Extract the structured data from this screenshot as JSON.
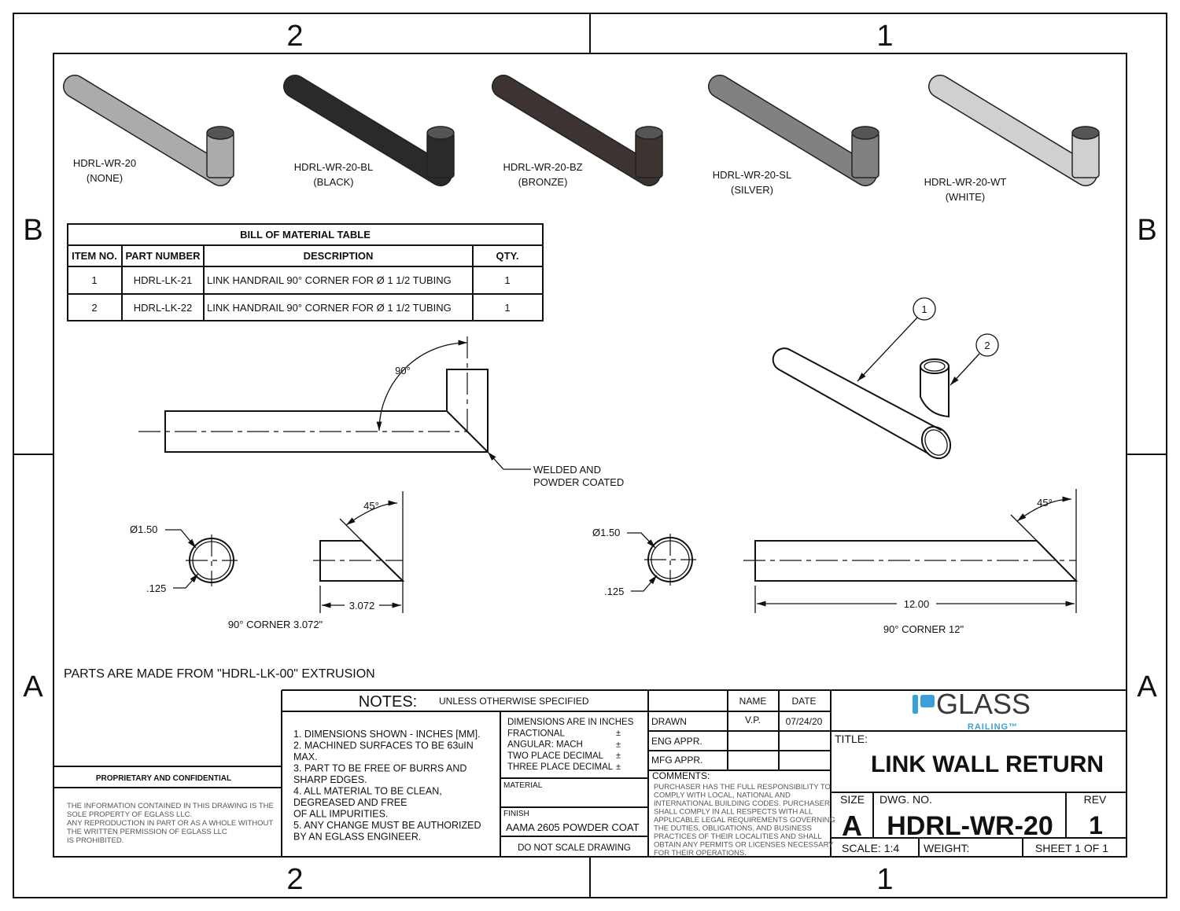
{
  "zones": {
    "top": [
      "2",
      "1"
    ],
    "bottom": [
      "2",
      "1"
    ],
    "left": [
      "B",
      "A"
    ],
    "right": [
      "B",
      "A"
    ]
  },
  "variants": [
    {
      "part": "HDRL-WR-20",
      "finish": "(NONE)",
      "color": "#a9abad"
    },
    {
      "part": "HDRL-WR-20-BL",
      "finish": "(BLACK)",
      "color": "#2a2a2a"
    },
    {
      "part": "HDRL-WR-20-BZ",
      "finish": "(BRONZE)",
      "color": "#3d3432"
    },
    {
      "part": "HDRL-WR-20-SL",
      "finish": "(SILVER)",
      "color": "#7f8183"
    },
    {
      "part": "HDRL-WR-20-WT",
      "finish": "(WHITE)",
      "color": "#cfd0d1"
    }
  ],
  "bom": {
    "title": "BILL OF MATERIAL TABLE",
    "headers": [
      "ITEM NO.",
      "PART NUMBER",
      "DESCRIPTION",
      "QTY."
    ],
    "rows": [
      [
        "1",
        "HDRL-LK-21",
        "LINK HANDRAIL 90° CORNER FOR Ø 1 1/2 TUBING",
        "1"
      ],
      [
        "2",
        "HDRL-LK-22",
        "LINK HANDRAIL 90° CORNER FOR Ø 1 1/2 TUBING",
        "1"
      ]
    ]
  },
  "views": {
    "angle_90": "90°",
    "weld_note_1": "WELDED AND",
    "weld_note_2": "POWDER COATED",
    "balloon_1": "1",
    "balloon_2": "2",
    "left": {
      "dia": "Ø1.50",
      "wall": ".125",
      "angle": "45°",
      "length": "3.072",
      "caption": "90° CORNER 3.072\""
    },
    "right": {
      "dia": "Ø1.50",
      "wall": ".125",
      "angle": "45°",
      "length": "12.00",
      "caption": "90° CORNER 12\""
    },
    "extrusion_note": "PARTS ARE MADE FROM \"HDRL-LK-00\" EXTRUSION"
  },
  "title_block": {
    "proprietary": "PROPRIETARY AND CONFIDENTIAL",
    "proprietary_text": [
      "THE INFORMATION CONTAINED IN THIS DRAWING IS THE",
      "SOLE PROPERTY OF EGLASS LLC.",
      "ANY REPRODUCTION IN PART OR AS A WHOLE WITHOUT",
      "THE WRITTEN PERMISSION OF EGLASS LLC",
      "IS PROHIBITED."
    ],
    "notes_title": "NOTES:",
    "notes_sub": "UNLESS OTHERWISE SPECIFIED",
    "notes": [
      "1. DIMENSIONS SHOWN - INCHES [MM].",
      "2. MACHINED SURFACES TO BE 63uIN",
      "MAX.",
      "3. PART TO BE FREE OF BURRS AND",
      "SHARP EDGES.",
      "4. ALL MATERIAL TO BE CLEAN,",
      "DEGREASED AND FREE",
      "OF ALL IMPURITIES.",
      "5. ANY CHANGE MUST BE AUTHORIZED",
      "BY AN EGLASS ENGINEER."
    ],
    "tolerances": [
      "DIMENSIONS ARE IN INCHES",
      "FRACTIONAL",
      "ANGULAR: MACH",
      "TWO PLACE DECIMAL",
      "THREE PLACE DECIMAL"
    ],
    "pm": "±",
    "material_label": "MATERIAL",
    "finish_label": "FINISH",
    "finish_value": "AAMA 2605 POWDER COAT",
    "do_not_scale": "DO NOT SCALE DRAWING",
    "name_label": "NAME",
    "date_label": "DATE",
    "drawn_label": "DRAWN",
    "drawn_name": "V.P.",
    "drawn_date": "07/24/20",
    "eng_appr": "ENG APPR.",
    "mfg_appr": "MFG APPR.",
    "comments_label": "COMMENTS:",
    "comments": [
      "PURCHASER HAS THE FULL RESPONSIBILITY TO",
      "COMPLY WITH LOCAL, NATIONAL AND",
      "INTERNATIONAL BUILDING CODES. PURCHASER",
      "SHALL COMPLY IN ALL RESPECTS WITH ALL",
      "APPLICABLE LEGAL REQUIREMENTS GOVERNING",
      "THE DUTIES, OBLIGATIONS, AND BUSINESS",
      "PRACTICES OF THEIR LOCALITIES AND SHALL",
      "OBTAIN ANY PERMITS OR LICENSES NECESSARY",
      "FOR THEIR OPERATIONS."
    ],
    "logo_main": "GLASS",
    "logo_sub": "RAILING™",
    "logo_color": "#3aa0d8",
    "title_label": "TITLE:",
    "title": "LINK WALL RETURN",
    "size_label": "SIZE",
    "size": "A",
    "dwg_label": "DWG. NO.",
    "dwg_no": "HDRL-WR-20",
    "rev_label": "REV",
    "rev": "1",
    "scale": "SCALE: 1:4",
    "weight": "WEIGHT:",
    "sheet": "SHEET 1 OF 1"
  }
}
